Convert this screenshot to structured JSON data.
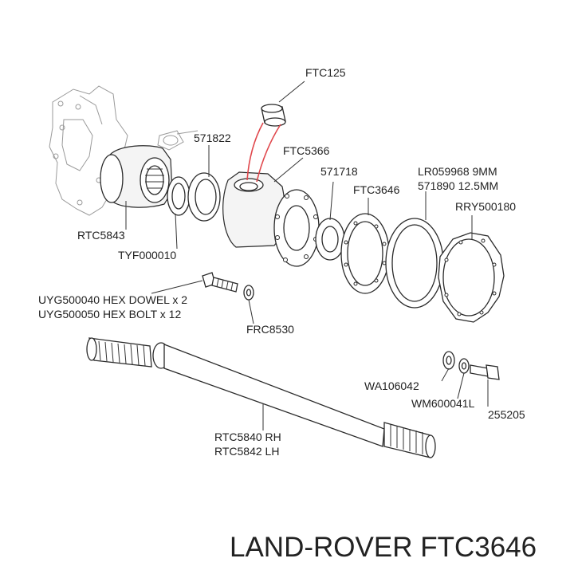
{
  "labels": {
    "ftc125": "FTC125",
    "p571822": "571822",
    "ftc5366": "FTC5366",
    "p571718": "571718",
    "lr059968": "LR059968 9MM",
    "p571890": "571890 12.5MM",
    "ftc3646": "FTC3646",
    "rry500180": "RRY500180",
    "rtc5843": "RTC5843",
    "tyf000010": "TYF000010",
    "uyg500040": "UYG500040 HEX DOWEL x 2",
    "uyg500050": "UYG500050 HEX BOLT x 12",
    "frc8530": "FRC8530",
    "wa106042": "WA106042",
    "wm600041l": "WM600041L",
    "p255205": "255205",
    "rtc5840": "RTC5840 RH",
    "rtc5842": "RTC5842 LH"
  },
  "brand": {
    "text": "LAND-ROVER FTC3646"
  },
  "colors": {
    "line": "#333333",
    "highlight": "#e0474c",
    "ghost": "#9a9a9a"
  }
}
